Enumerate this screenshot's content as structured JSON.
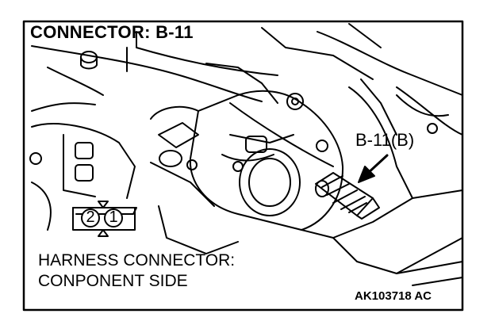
{
  "diagram": {
    "title": "CONNECTOR: B-11",
    "callout_label": "B-11(B)",
    "harness_connector": {
      "line1": "HARNESS CONNECTOR:",
      "line2": "CONPONENT SIDE",
      "pins": [
        "2",
        "1"
      ]
    },
    "figure_id": "AK103718 AC"
  },
  "colors": {
    "ink": "#000000",
    "background": "#ffffff"
  }
}
